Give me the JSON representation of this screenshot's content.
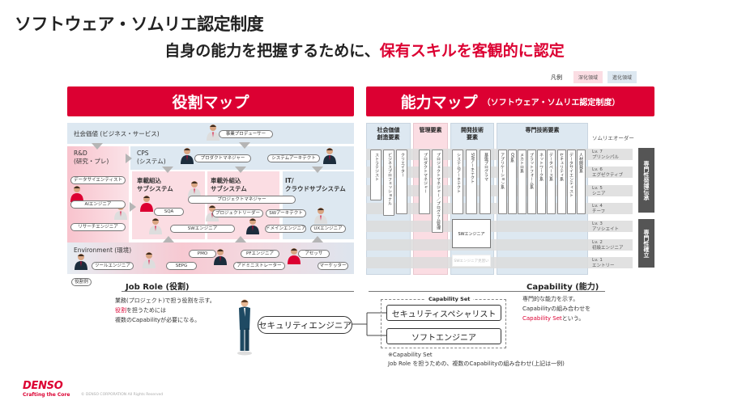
{
  "header": {
    "title": "ソフトウェア・ソムリエ認定制度",
    "subtitle_plain": "自身の能力を把握するために、",
    "subtitle_highlight": "保有スキルを客観的に認定"
  },
  "legend": {
    "label": "凡例",
    "deep": "深化領域",
    "evolve": "進化領域"
  },
  "role_map": {
    "title": "役割マップ",
    "areas": {
      "social": "社会価値 (ビジネス・サービス)",
      "rd": "R&D\n(研究・プレ)",
      "cps": "CPS\n(システム)",
      "onboard": "車載組込\nサブシステム",
      "offboard": "車載外組込\nサブシステム",
      "it": "IT/\nクラウドサブシステム",
      "env": "Environment (環境)"
    },
    "roles": [
      "事業プロデューサー",
      "プロダクトマネジャー",
      "システムアーキテクト",
      "データサイエンティスト",
      "AIエンジニア",
      "リサーチエンジニア",
      "プロジェクトマネジャー",
      "SQA",
      "プロジェクトリーダー",
      "SWアーキテクト",
      "SWエンジニア",
      "ドメインエンジニア",
      "UXエンジニア",
      "PMO",
      "PFエンジニア",
      "アセッサ",
      "ツールエンジニア",
      "SEPG",
      "アドミニストレーター",
      "マーケッター"
    ],
    "example_label": "役割例"
  },
  "capability_map": {
    "title": "能力マップ",
    "title_sub": "（ソフトウェア・ソムリエ認定制度）",
    "columns": [
      "社会価値\n創造要素",
      "管理要素",
      "開発技術\n要素",
      "専門技術要素"
    ],
    "order_label": "ソムリエオーダー",
    "cards": [
      "ストラテジスト",
      "ビジネスプロフェッショナル",
      "クリエイター",
      "プロダクトマネジャー",
      "プロジェクトマネジャー／プログラム管理",
      "システムアーキテクト",
      "SWアーキテクト",
      "基盤プログラマ",
      "アプリケーション系",
      "OS系",
      "メカトロ系",
      "プラットフォーム系",
      "ネットワーク系",
      "データベース系",
      "セキュリティ系",
      "データサイエンティスト",
      "人材開発系"
    ],
    "sw_engineer": "SWエンジニア",
    "sw_trainee": "SWエンジニア見習い",
    "levels": [
      {
        "lv": "Lv. 7",
        "name": "プリンシパル"
      },
      {
        "lv": "Lv. 6",
        "name": "エグゼクティブ"
      },
      {
        "lv": "Lv. 5",
        "name": "シニア"
      },
      {
        "lv": "Lv. 4",
        "name": "チーフ"
      },
      {
        "lv": "Lv. 3",
        "name": "アソシエイト"
      },
      {
        "lv": "Lv. 2",
        "name": "初級エンジニア"
      },
      {
        "lv": "Lv. 1",
        "name": "エントリー"
      }
    ],
    "groups": [
      "専門性発揮伝承",
      "専門性確立"
    ]
  },
  "job_role": {
    "heading": "Job Role (役割)",
    "desc1": "業務(プロジェクト)で担う役割を示す。",
    "desc2_red": "役割",
    "desc2_rest": "を担うためには",
    "desc3": "複数のCapabilityが必要になる。",
    "example": "セキュリティエンジニア"
  },
  "capability": {
    "heading": "Capability (能力)",
    "desc1": "専門的な能力を示す。",
    "desc2": "Capabilityの組み合わせを",
    "desc3_red": "Capability Set",
    "desc3_rest": "という。",
    "set_label": "Capability Set",
    "items": [
      "セキュリティスペシャリスト",
      "ソフトエンジニア"
    ],
    "note1": "※Capability Set",
    "note2": "Job Role を担うための、複数のCapabilityの組み合わせ(上記は一例)"
  },
  "footer": {
    "logo": "DENSO",
    "tagline": "Crafting the Core",
    "copyright": "© DENSO CORPORATION All Rights Reserved"
  },
  "colors": {
    "accent": "#dc0032",
    "deep": "#fbdde3",
    "evolve": "#dde8f1"
  }
}
